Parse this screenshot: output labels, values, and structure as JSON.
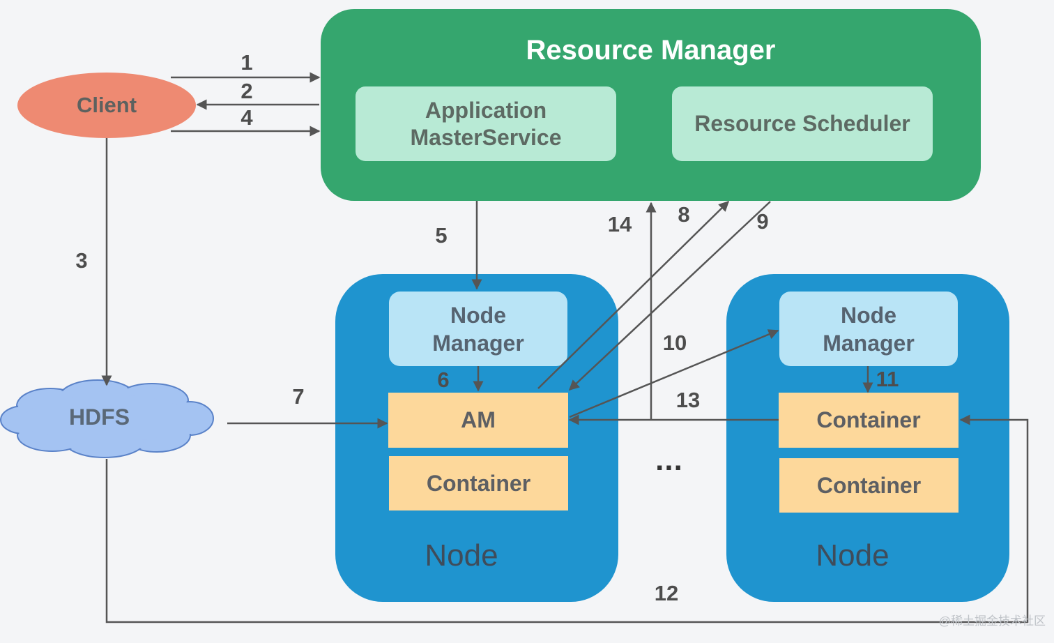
{
  "resource_manager": {
    "title": "Resource Manager",
    "application_master_service": "Application\nMasterService",
    "resource_scheduler": "Resource Scheduler"
  },
  "client": {
    "label": "Client"
  },
  "hdfs": {
    "label": "HDFS"
  },
  "nodes": [
    {
      "node_manager": "Node\nManager",
      "am": "AM",
      "container": "Container",
      "label": "Node"
    },
    {
      "node_manager": "Node\nManager",
      "container_1": "Container",
      "container_2": "Container",
      "label": "Node"
    }
  ],
  "ellipsis": "...",
  "steps": {
    "s1": "1",
    "s2": "2",
    "s3": "3",
    "s4": "4",
    "s5": "5",
    "s6": "6",
    "s7": "7",
    "s8": "8",
    "s9": "9",
    "s10": "10",
    "s11": "11",
    "s12": "12",
    "s13": "13",
    "s14": "14"
  },
  "watermark": "@稀土掘金技术社区",
  "colors": {
    "resource_manager": "#35a66e",
    "rm_subbox": "#b8ead5",
    "client": "#ee8a72",
    "hdfs": "#a4c3f2",
    "node": "#1f94cf",
    "node_manager": "#b9e4f6",
    "container": "#fdd89b",
    "arrow": "#555555"
  }
}
